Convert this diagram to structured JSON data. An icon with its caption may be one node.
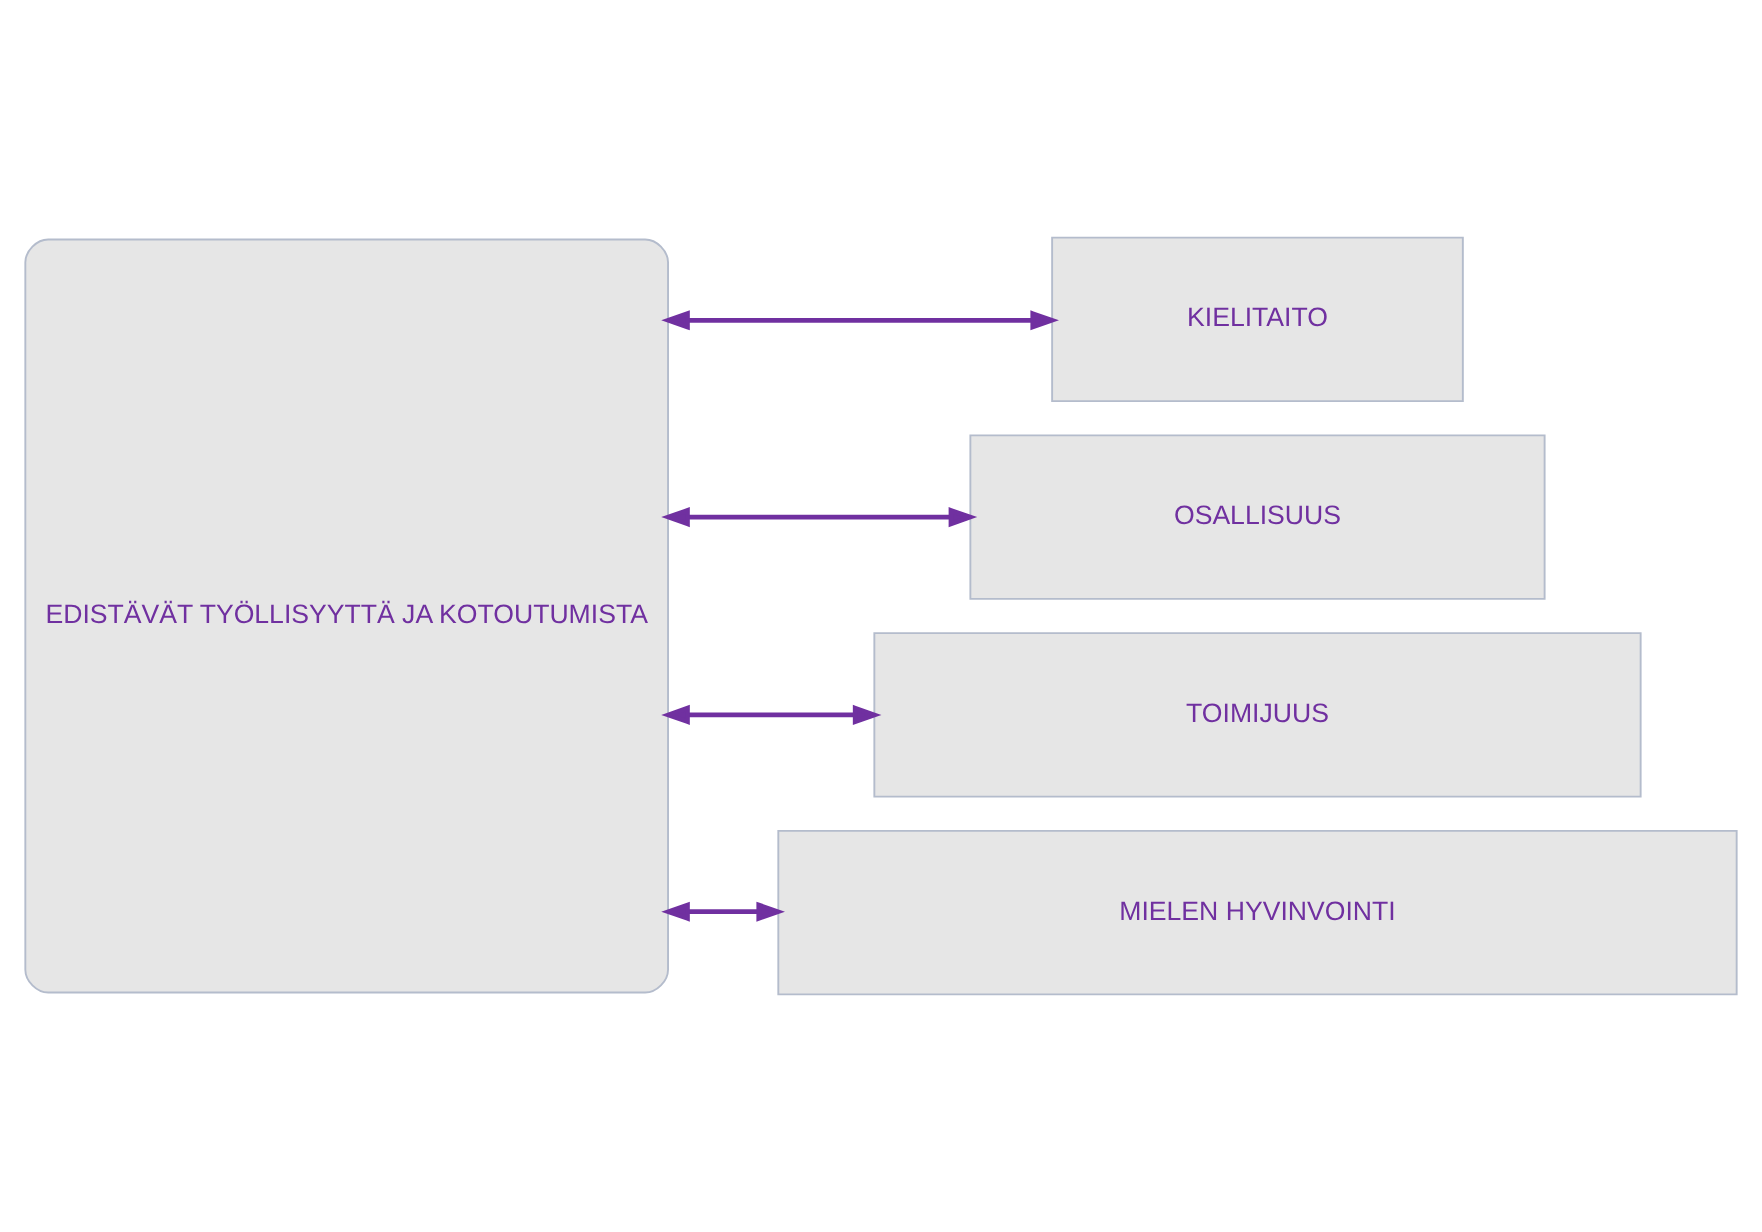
{
  "diagram": {
    "nodes": [
      {
        "text": [
          "EDISTÄVÄT TYÖLLISYYTTÄ JA KOTOUTUMISTA"
        ]
      },
      {
        "text": [
          "KIELITAITO"
        ]
      },
      {
        "text": [
          "OSALLISUUS"
        ]
      },
      {
        "text": [
          "TOIMIJUUS"
        ]
      },
      {
        "text": [
          "MIELEN HYVINVOINTI"
        ]
      }
    ],
    "edges": [
      {
        "from": 0,
        "to": 1,
        "arrow": "both"
      },
      {
        "from": 0,
        "to": 2,
        "arrow": "both"
      },
      {
        "from": 0,
        "to": 3,
        "arrow": "both"
      },
      {
        "from": 0,
        "to": 4,
        "arrow": "both"
      }
    ]
  }
}
